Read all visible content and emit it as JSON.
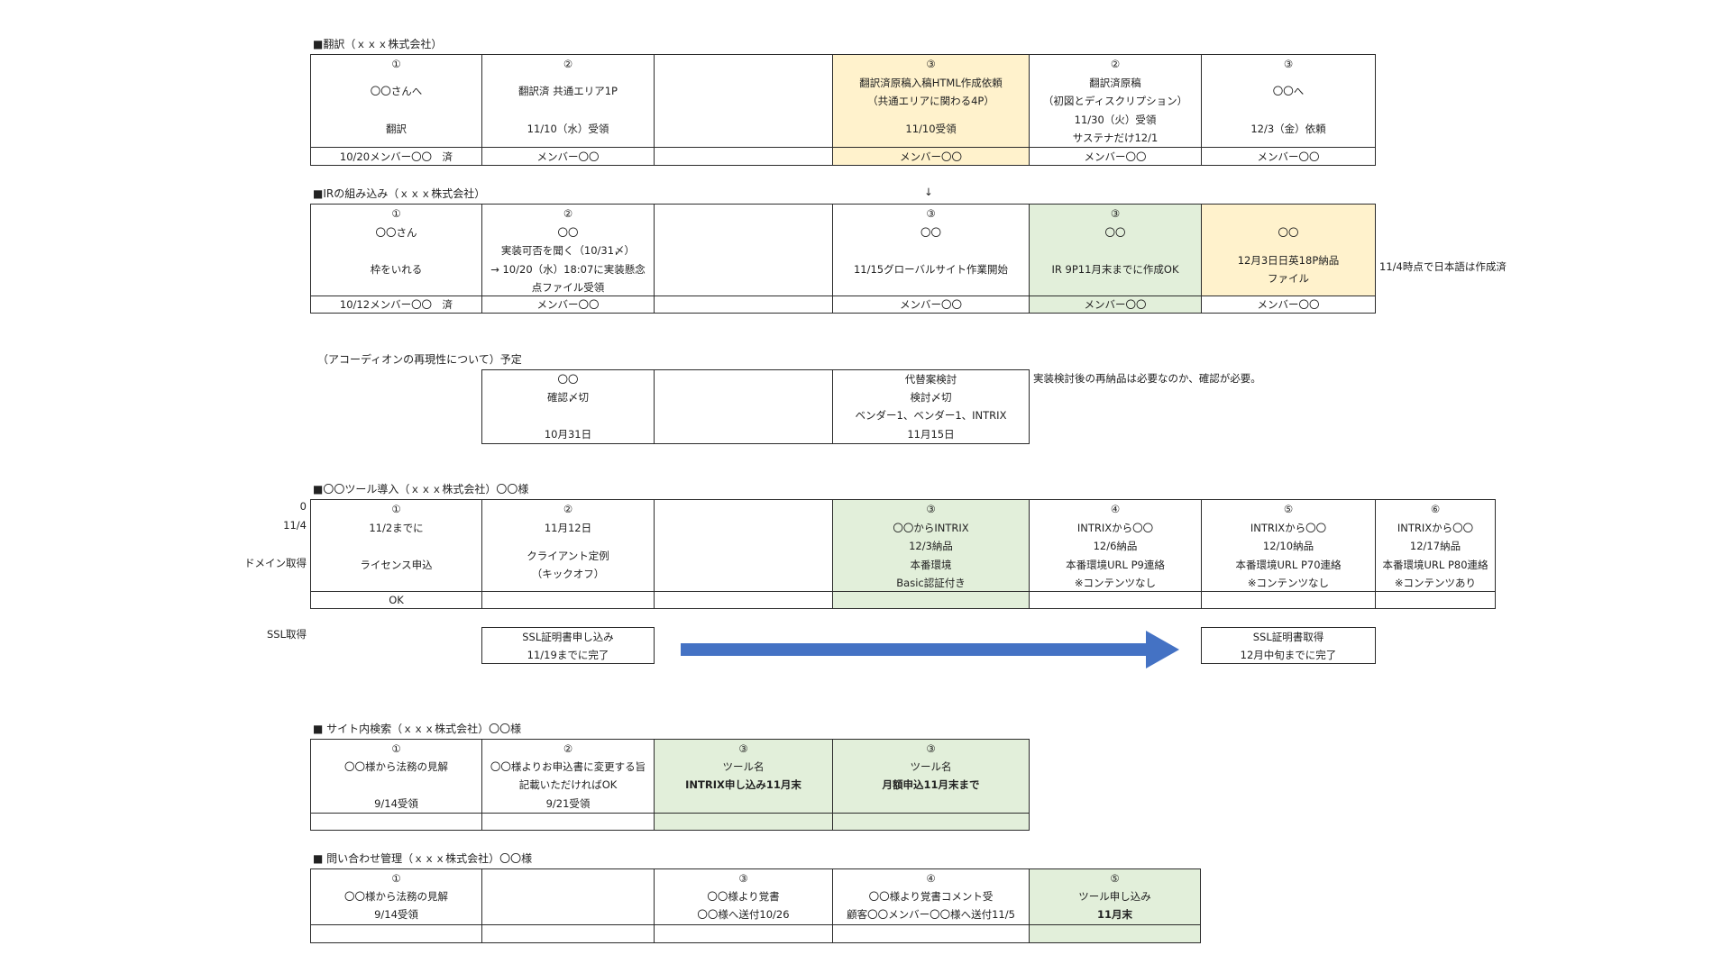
{
  "sections": {
    "translation": {
      "title": "■翻訳（ｘｘｘ株式会社）",
      "cells": [
        {
          "lines": [
            "①",
            "〇〇さんへ",
            "",
            "翻訳"
          ]
        },
        {
          "lines": [
            "②",
            "翻訳済 共通エリア1P",
            "",
            "11/10（水）受領"
          ]
        },
        {
          "lines": []
        },
        {
          "lines": [
            "③",
            "翻訳済原稿入稿HTML作成依頼",
            "（共通エリアに関わる4P）",
            "11/10受領"
          ]
        },
        {
          "lines": [
            "②",
            "翻訳済原稿",
            "（初図とディスクリプション）",
            "11/30（火）受領",
            "サステナだけ12/1"
          ]
        },
        {
          "lines": [
            "③",
            "〇〇へ",
            "",
            "12/3（金）依頼"
          ]
        }
      ],
      "bottom": [
        "10/20メンバー〇〇　済",
        "メンバー〇〇",
        "",
        "メンバー〇〇",
        "メンバー〇〇",
        "メンバー〇〇"
      ]
    },
    "ir": {
      "title": "■IRの組み込み（ｘｘｘ株式会社）",
      "down_arrow": "↓",
      "cells": [
        {
          "lines": [
            "①",
            "〇〇さん",
            "",
            "枠をいれる"
          ]
        },
        {
          "lines": [
            "②",
            "〇〇",
            "実装可否を聞く（10/31〆）",
            "→ 10/20（水）18:07に実装懸念",
            "点ファイル受領"
          ]
        },
        {
          "lines": []
        },
        {
          "lines": [
            "③",
            "〇〇",
            "",
            "11/15グローバルサイト作業開始"
          ]
        },
        {
          "lines": [
            "③",
            "〇〇",
            "",
            "IR 9P11月末までに作成OK"
          ]
        },
        {
          "lines": [
            "〇〇",
            "",
            "12月3日日英18P納品",
            "ファイル"
          ]
        }
      ],
      "bottom": [
        "10/12メンバー〇〇　済",
        "メンバー〇〇",
        "",
        "メンバー〇〇",
        "メンバー〇〇",
        "メンバー〇〇"
      ],
      "side_note": "11/4時点で日本語は作成済"
    },
    "accordion": {
      "title": "（アコーディオンの再現性について）予定",
      "cells": [
        {
          "lines": [
            "〇〇",
            "確認〆切",
            "",
            "10月31日"
          ]
        },
        {
          "lines": []
        },
        {
          "lines": [
            "代替案検討",
            "検討〆切",
            "ベンダー1、ベンダー1、INTRIX",
            "11月15日"
          ]
        }
      ],
      "side_note": "実装検討後の再納品は必要なのか、確認が必要。"
    },
    "tool": {
      "title": "■〇〇ツール導入（ｘｘｘ株式会社）〇〇様",
      "left_labels": [
        "0",
        "11/4",
        "",
        "ドメイン取得"
      ],
      "cells": [
        {
          "lines": [
            "①",
            "11/2までに",
            "",
            "ライセンス申込"
          ]
        },
        {
          "lines": [
            "②",
            "11月12日",
            "",
            "クライアント定例",
            "（キックオフ）"
          ]
        },
        {
          "lines": []
        },
        {
          "lines": [
            "③",
            "〇〇からINTRIX",
            "12/3納品",
            "本番環境",
            "Basic認証付き"
          ]
        },
        {
          "lines": [
            "④",
            "INTRIXから〇〇",
            "12/6納品",
            "本番環境URL P9連絡",
            "※コンテンツなし"
          ]
        },
        {
          "lines": [
            "⑤",
            "INTRIXから〇〇",
            "12/10納品",
            "本番環境URL P70連絡",
            "※コンテンツなし"
          ]
        },
        {
          "lines": [
            "⑥",
            "INTRIXから〇〇",
            "12/17納品",
            "本番環境URL P80連絡",
            "※コンテンツあり"
          ]
        }
      ],
      "bottom": [
        "OK",
        "",
        "",
        "",
        "",
        "",
        ""
      ],
      "ssl": {
        "label": "SSL取得",
        "start": [
          "SSL証明書申し込み",
          "11/19までに完了"
        ],
        "end": [
          "SSL証明書取得",
          "12月中旬までに完了"
        ]
      }
    },
    "search": {
      "title": "■ サイト内検索（ｘｘｘ株式会社）〇〇様",
      "cells": [
        {
          "lines": [
            "①",
            "〇〇様から法務の見解",
            "",
            "9/14受領"
          ]
        },
        {
          "lines": [
            "②",
            "〇〇様よりお申込書に変更する旨",
            "記載いただければOK",
            "9/21受領"
          ]
        },
        {
          "lines": [
            "③",
            "ツール名",
            "INTRIX申し込み11月末"
          ]
        },
        {
          "lines": [
            "③",
            "ツール名",
            "月額申込11月末まで"
          ]
        }
      ],
      "bottom": [
        "",
        "",
        "",
        ""
      ]
    },
    "inquiry": {
      "title": "■ 問い合わせ管理（ｘｘｘ株式会社）〇〇様",
      "cells": [
        {
          "lines": [
            "①",
            "〇〇様から法務の見解",
            "9/14受領"
          ]
        },
        {
          "lines": []
        },
        {
          "lines": [
            "③",
            "〇〇様より覚書",
            "〇〇様へ送付10/26"
          ]
        },
        {
          "lines": [
            "④",
            "〇〇様より覚書コメント受",
            "顧客〇〇メンバー〇〇様へ送付11/5"
          ]
        },
        {
          "lines": [
            "⑤",
            "ツール申し込み",
            "11月末"
          ]
        }
      ],
      "bottom": [
        "",
        "",
        "",
        "",
        ""
      ]
    }
  },
  "colors": {
    "yellow_fill": "#fff2cc",
    "green_fill": "#e2efda",
    "arrow": "#4472c4",
    "border": "#2b2b2b"
  }
}
